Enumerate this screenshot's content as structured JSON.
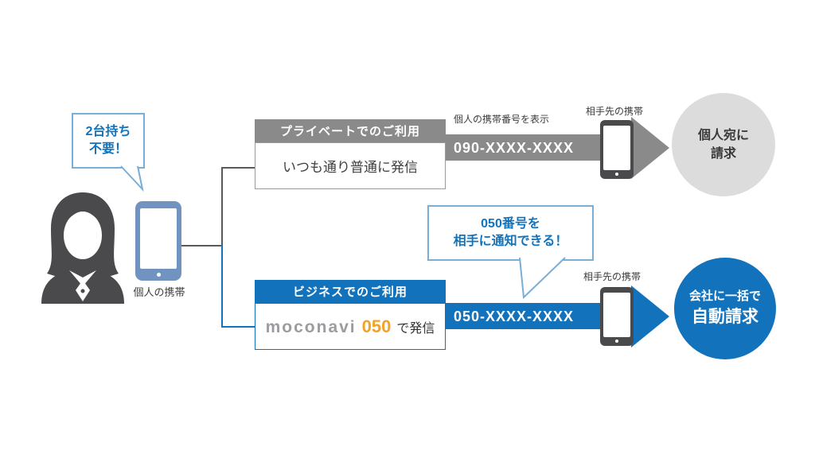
{
  "person": {
    "bubble_line1": "2台持ち",
    "bubble_line2": "不要！",
    "phone_label": "個人の携帯"
  },
  "private_flow": {
    "header": "プライベートでのご利用",
    "method": "いつも通り普通に発信",
    "caller_id_note": "個人の携帯番号を表示",
    "number": "090-XXXX-XXXX",
    "recipient_label": "相手先の携帯",
    "billing_line1": "個人宛に",
    "billing_line2": "請求"
  },
  "business_flow": {
    "header": "ビジネスでのご利用",
    "app_name": "moconavi",
    "app_number": "050",
    "method_suffix": "で発信",
    "bubble_line1": "050番号を",
    "bubble_line2": "相手に通知できる！",
    "number": "050-XXXX-XXXX",
    "recipient_label": "相手先の携帯",
    "billing_line1": "会社に一括で",
    "billing_line2": "自動請求"
  },
  "colors": {
    "gray": "#8a8a8a",
    "blue": "#1273bc",
    "light_gray": "#dcdcdc",
    "steel_blue": "#7094bf",
    "dark": "#4a4a4d",
    "orange": "#f2a227",
    "bubble_border": "#79aed7",
    "line_gray": "#58595b"
  }
}
